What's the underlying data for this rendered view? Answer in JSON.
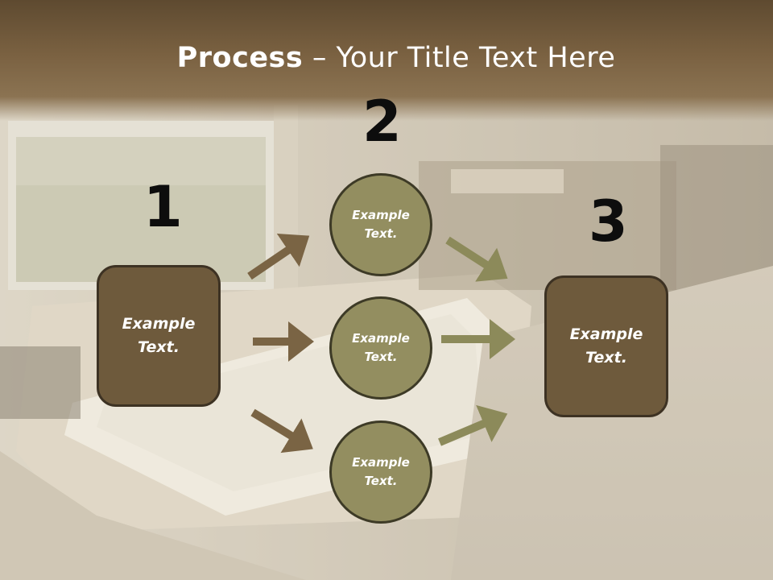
{
  "title": {
    "bold": "Process",
    "rest": " – Your Title Text Here"
  },
  "steps": [
    {
      "number": "1",
      "text_line1": "Example",
      "text_line2": "Text."
    },
    {
      "number": "2"
    },
    {
      "number": "3",
      "text_line1": "Example",
      "text_line2": "Text."
    }
  ],
  "circles": [
    {
      "text_line1": "Example",
      "text_line2": "Text."
    },
    {
      "text_line1": "Example",
      "text_line2": "Text."
    },
    {
      "text_line1": "Example",
      "text_line2": "Text."
    }
  ],
  "colors": {
    "box_fill": "#6e5a3c",
    "circle_fill": "#938e60",
    "arrow_brown": "#7a6444",
    "arrow_olive": "#8c8a5a"
  }
}
